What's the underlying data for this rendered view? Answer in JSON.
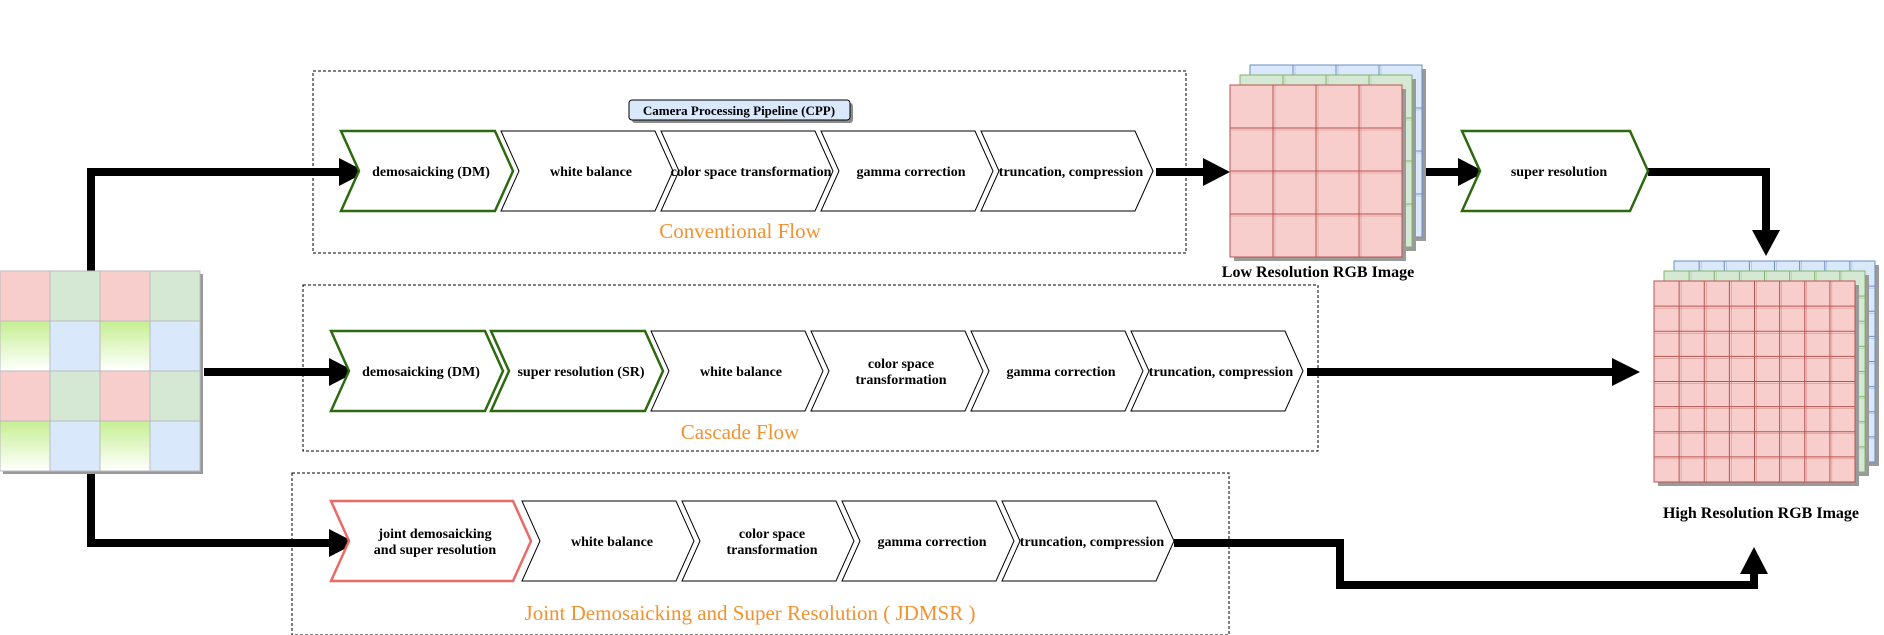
{
  "cpp_label": "Camera Processing Pipeline (CPP)",
  "flows": {
    "conventional": {
      "title": "Conventional Flow",
      "stages": [
        {
          "text": [
            "demosaicking (DM)"
          ],
          "style": "green"
        },
        {
          "text": [
            "white balance"
          ],
          "style": "plain"
        },
        {
          "text": [
            "color space transformation"
          ],
          "style": "plain"
        },
        {
          "text": [
            "gamma correction"
          ],
          "style": "plain"
        },
        {
          "text": [
            "truncation, compression"
          ],
          "style": "plain"
        }
      ],
      "post_stage": {
        "text": [
          "super resolution"
        ],
        "style": "green"
      }
    },
    "cascade": {
      "title": "Cascade Flow",
      "stages": [
        {
          "text": [
            "demosaicking (DM)"
          ],
          "style": "green"
        },
        {
          "text": [
            "super resolution (SR)"
          ],
          "style": "green"
        },
        {
          "text": [
            "white balance"
          ],
          "style": "plain"
        },
        {
          "text": [
            "color space",
            "transformation"
          ],
          "style": "plain"
        },
        {
          "text": [
            "gamma correction"
          ],
          "style": "plain"
        },
        {
          "text": [
            "truncation, compression"
          ],
          "style": "plain"
        }
      ]
    },
    "jdmsr": {
      "title": "Joint Demosaicking and Super Resolution ( JDMSR )",
      "stages": [
        {
          "text": [
            "joint demosaicking",
            "and super resolution"
          ],
          "style": "red"
        },
        {
          "text": [
            "white balance"
          ],
          "style": "plain"
        },
        {
          "text": [
            "color space",
            "transformation"
          ],
          "style": "plain"
        },
        {
          "text": [
            "gamma correction"
          ],
          "style": "plain"
        },
        {
          "text": [
            "truncation, compression"
          ],
          "style": "plain"
        }
      ]
    }
  },
  "low_res_label": "Low Resolution RGB Image",
  "high_res_label": "High Resolution RGB Image",
  "colors": {
    "green_stroke": "#2d6a0f",
    "red_stroke": "#ea6b66",
    "title_orange": "#f29230",
    "red_fill": "#f8cecc",
    "red_line": "#b85450",
    "green_fill": "#d5e8d4",
    "green_line": "#82b366",
    "blue_fill": "#dae8fc",
    "blue_line": "#6c8ebf",
    "cpp_fill": "#dae8fc"
  }
}
